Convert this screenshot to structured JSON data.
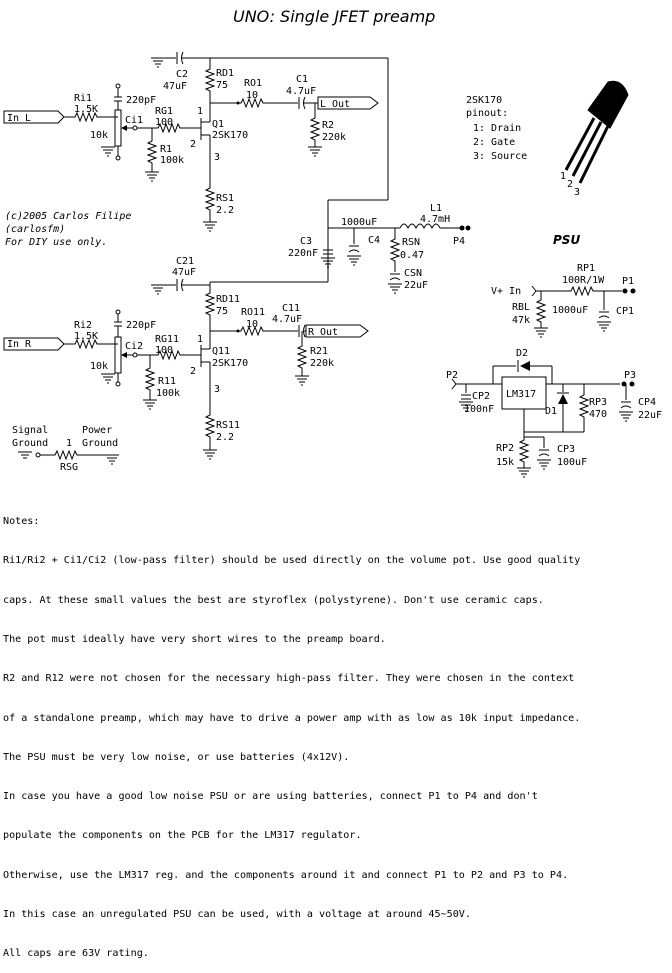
{
  "title": "UNO: Single JFET preamp",
  "left_channel": {
    "input": "In L",
    "ri": "Ri1",
    "ri_val": "1.5K",
    "cap_in": "220pF",
    "pot": "Ci1",
    "pot_val": "10k",
    "rg": "RG1",
    "rg_val": "100",
    "r": "R1",
    "r_val": "100k",
    "q": "Q1",
    "q_part": "2SK170",
    "c_bypass": "C2",
    "c_bypass_val": "47uF",
    "rd": "RD1",
    "rd_val": "75",
    "ro": "RO1",
    "ro_val": "10",
    "c_out": "C1",
    "c_out_val": "4.7uF",
    "r_out": "R2",
    "r_out_val": "220k",
    "rs": "RS1",
    "rs_val": "2.2",
    "output": "L Out"
  },
  "right_channel": {
    "input": "In R",
    "ri": "Ri2",
    "ri_val": "1.5K",
    "cap_in": "220pF",
    "pot": "Ci2",
    "pot_val": "10k",
    "rg": "RG11",
    "rg_val": "100",
    "r": "R11",
    "r_val": "100k",
    "q": "Q11",
    "q_part": "2SK170",
    "c_bypass": "C21",
    "c_bypass_val": "47uF",
    "rd": "RD11",
    "rd_val": "75",
    "ro": "RO11",
    "ro_val": "10",
    "c_out": "C11",
    "c_out_val": "4.7uF",
    "r_out": "R21",
    "r_out_val": "220k",
    "rs": "RS11",
    "rs_val": "2.2",
    "output": "R Out"
  },
  "pins": {
    "p1": "1",
    "p2": "2",
    "p3": "3"
  },
  "copyright": [
    "(c)2005 Carlos Filipe",
    "(carlosfm)",
    "For DIY use only."
  ],
  "supply_filter": {
    "c3": "C3",
    "c3_val": "220nF",
    "c4": "C4",
    "c4_val": "1000uF",
    "l1": "L1",
    "l1_val": "4.7mH",
    "rsn": "RSN",
    "rsn_val": "0.47",
    "csn": "CSN",
    "csn_val": "22uF",
    "p4": "P4"
  },
  "pinout": {
    "part": "2SK170",
    "heading": "pinout:",
    "lines": [
      "1: Drain",
      "2: Gate",
      "3: Source"
    ],
    "legs": [
      "1",
      "2",
      "3"
    ]
  },
  "psu": {
    "title": "PSU",
    "vin": "V+ In",
    "rp1": "RP1",
    "rp1_val": "100R/1W",
    "p1": "P1",
    "rbl": "RBL",
    "rbl_val": "47k",
    "cp1_val": "1000uF",
    "cp1": "CP1",
    "d2": "D2",
    "reg": "LM317",
    "d1": "D1",
    "p2": "P2",
    "p3": "P3",
    "cp2": "CP2",
    "cp2_val": "100nF",
    "rp3": "RP3",
    "rp3_val": "470",
    "cp4": "CP4",
    "cp4_val": "22uF",
    "rp2": "RP2",
    "rp2_val": "15k",
    "cp3": "CP3",
    "cp3_val": "100uF"
  },
  "ground": {
    "signal": "Signal",
    "signal2": "Ground",
    "power": "Power",
    "power2": "Ground",
    "pin": "1",
    "rsg": "RSG"
  },
  "notes": [
    "Notes:",
    "Ri1/Ri2 + Ci1/Ci2 (low-pass filter) should be used directly on the volume pot. Use good quality",
    "caps. At these small values the best are styroflex (polystyrene). Don't use ceramic caps.",
    "The pot must ideally have very short wires to the preamp board.",
    "R2 and R12 were not chosen for the necessary high-pass filter. They were chosen in the context",
    "of a standalone preamp, which may have to drive a power amp with as low as 10k input impedance.",
    "The PSU must be very low noise, or use batteries (4x12V).",
    "In case you have a good low noise PSU or are using batteries, connect P1 to P4 and don't",
    "populate the components on the PCB for the LM317 regulator.",
    "Otherwise, use the LM317 reg. and the components around it and connect P1 to P2 and P3 to P4.",
    "In this case an unregulated PSU can be used, with a voltage at around 45~50V.",
    "All caps are 63V rating."
  ]
}
